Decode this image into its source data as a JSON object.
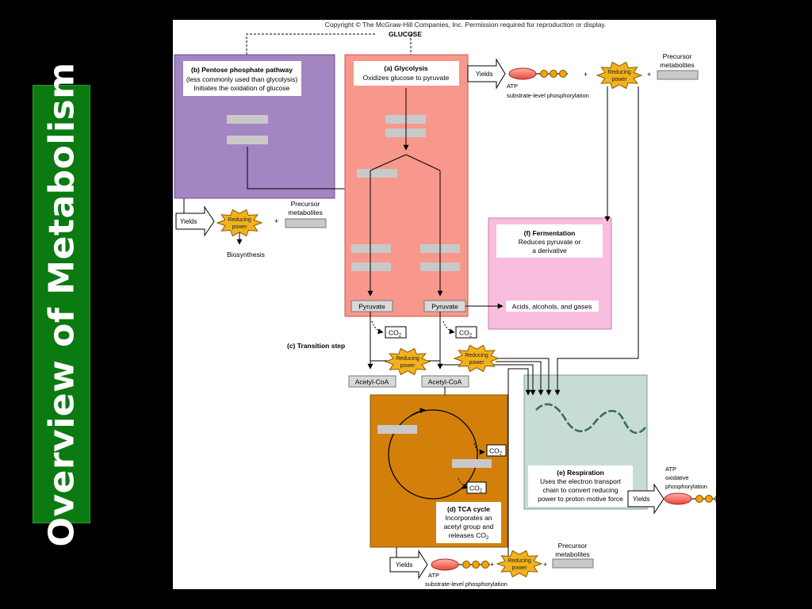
{
  "slide": {
    "title": "Overview of Metabolism"
  },
  "figure": {
    "copyright": "Copyright © The McGraw-Hill Companies, Inc. Permission required for reproduction or display.",
    "glucose": "GLUCOSE",
    "pentose": {
      "title": "(b) Pentose phosphate pathway",
      "line1": "(less commonly used than glycolysis)",
      "line2": "Initiates the oxidation of glucose"
    },
    "glycolysis": {
      "title": "(a) Glycolysis",
      "line1": "Oxidizes glucose to pyruvate"
    },
    "fermentation": {
      "title": "(f) Fermentation",
      "line1": "Reduces pyruvate or",
      "line2": "a derivative"
    },
    "tca": {
      "title": "(d) TCA cycle",
      "line1": "Incorporates an",
      "line2": "acetyl group and",
      "line3": "releases CO",
      "line3_sub": "2"
    },
    "respiration": {
      "title": "(e) Respiration",
      "line1": "Uses the electron transport",
      "line2": "chain to convert reducing",
      "line3": "power to proton motive force"
    },
    "labels": {
      "yields": "Yields",
      "plus": "+",
      "reducing1": "Reducing",
      "reducing2": "power",
      "precursor1": "Precursor",
      "precursor2": "metabolites",
      "atp": "ATP",
      "substrate_level": "substrate-level phosphorylation",
      "oxidative1": "oxidative",
      "oxidative2": "phosphorylation",
      "biosynthesis": "Biosynthesis",
      "pyruvate": "Pyruvate",
      "acids": "Acids, alcohols, and gases",
      "transition": "(c) Transition step",
      "co2": "CO",
      "co2_sub": "2",
      "acetyl": "Acetyl-CoA"
    },
    "colors": {
      "pentose": "#a385c2",
      "glycolysis": "#f8988c",
      "fermentation": "#f9bde0",
      "tca": "#d3800b",
      "respiration": "#c7dcd6",
      "starburst": "#f2b21c",
      "atp_bead": "#f5a300",
      "title_bar": "#0b7a10"
    }
  }
}
